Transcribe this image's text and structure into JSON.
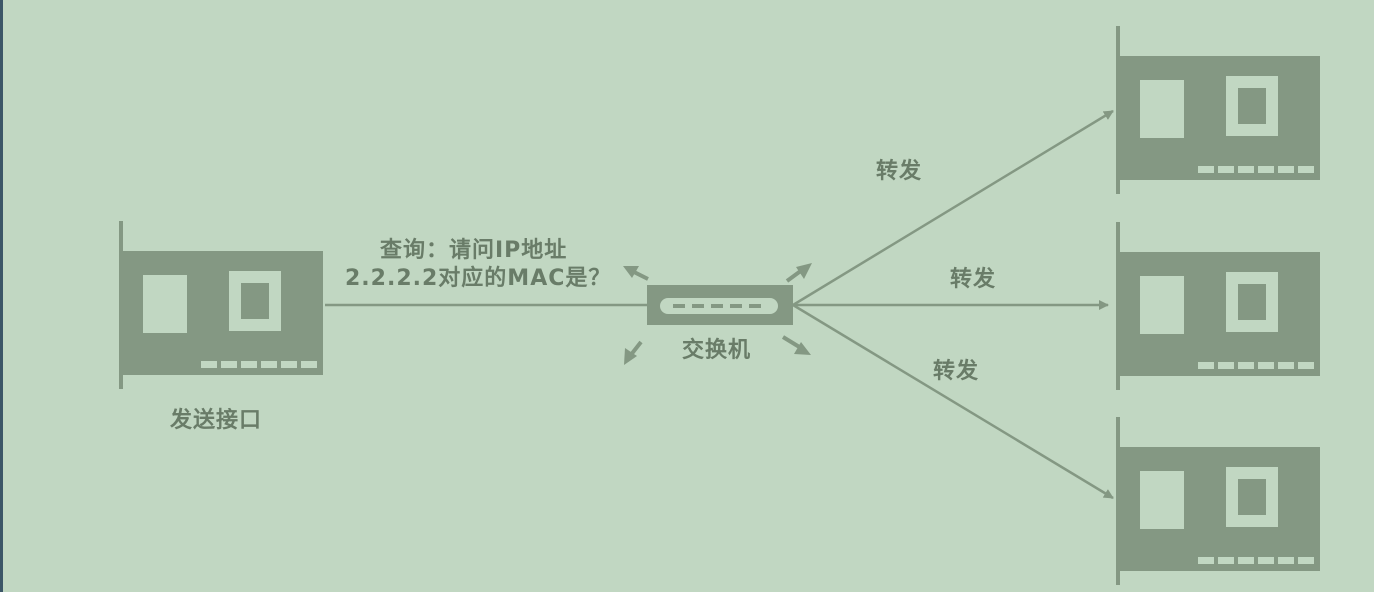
{
  "colors": {
    "background": "#c1d7c2",
    "card": "#849883",
    "line": "#849883",
    "text": "#697c68",
    "edge": "#3c5667"
  },
  "sender": {
    "label": "发送接口",
    "icon": "network-card-icon"
  },
  "query": {
    "line1": "查询：请问IP地址",
    "line2": "2.2.2.2对应的MAC是？"
  },
  "switch": {
    "label": "交换机",
    "icon": "switch-icon"
  },
  "forward_labels": [
    "转发",
    "转发",
    "转发"
  ],
  "receivers": [
    {
      "icon": "network-card-icon"
    },
    {
      "icon": "network-card-icon"
    },
    {
      "icon": "network-card-icon"
    }
  ]
}
